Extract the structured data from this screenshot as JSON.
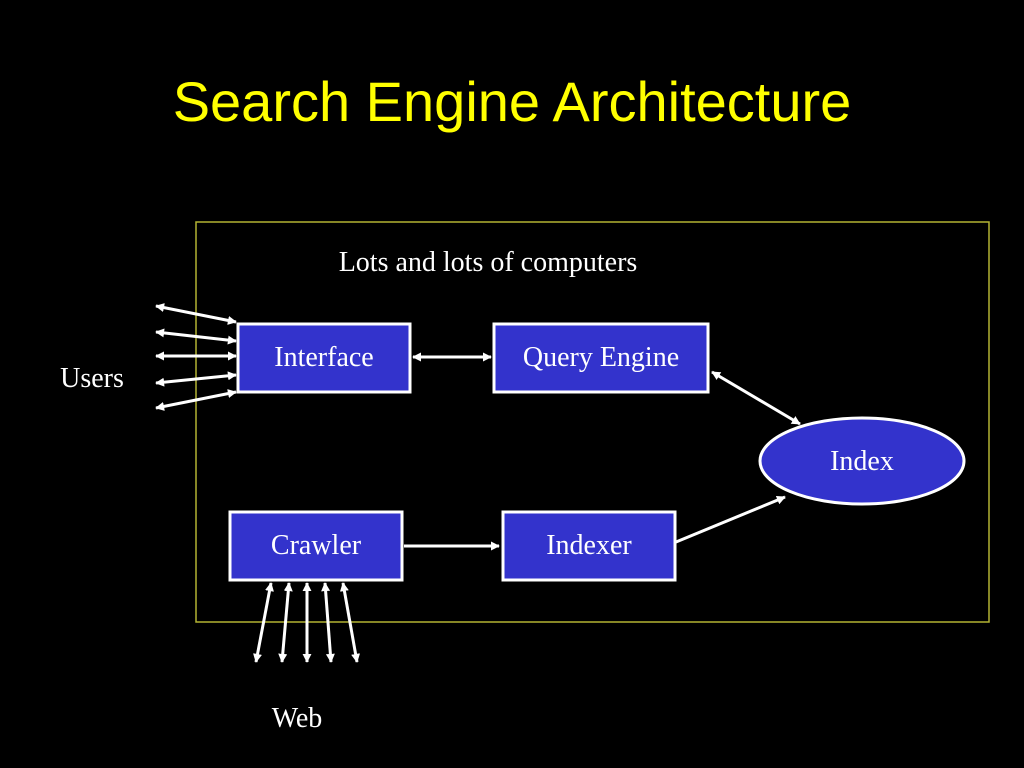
{
  "title": "Search Engine Architecture",
  "cluster_label": "Lots and lots of computers",
  "users_label": "Users",
  "web_label": "Web",
  "nodes": {
    "interface": "Interface",
    "query_engine": "Query Engine",
    "index": "Index",
    "crawler": "Crawler",
    "indexer": "Indexer"
  },
  "colors": {
    "background": "#000000",
    "title": "#ffff00",
    "node_fill": "#3333cc",
    "node_border": "#ffffff",
    "cluster_border": "#b3b333",
    "text": "#ffffff",
    "arrow": "#ffffff"
  }
}
